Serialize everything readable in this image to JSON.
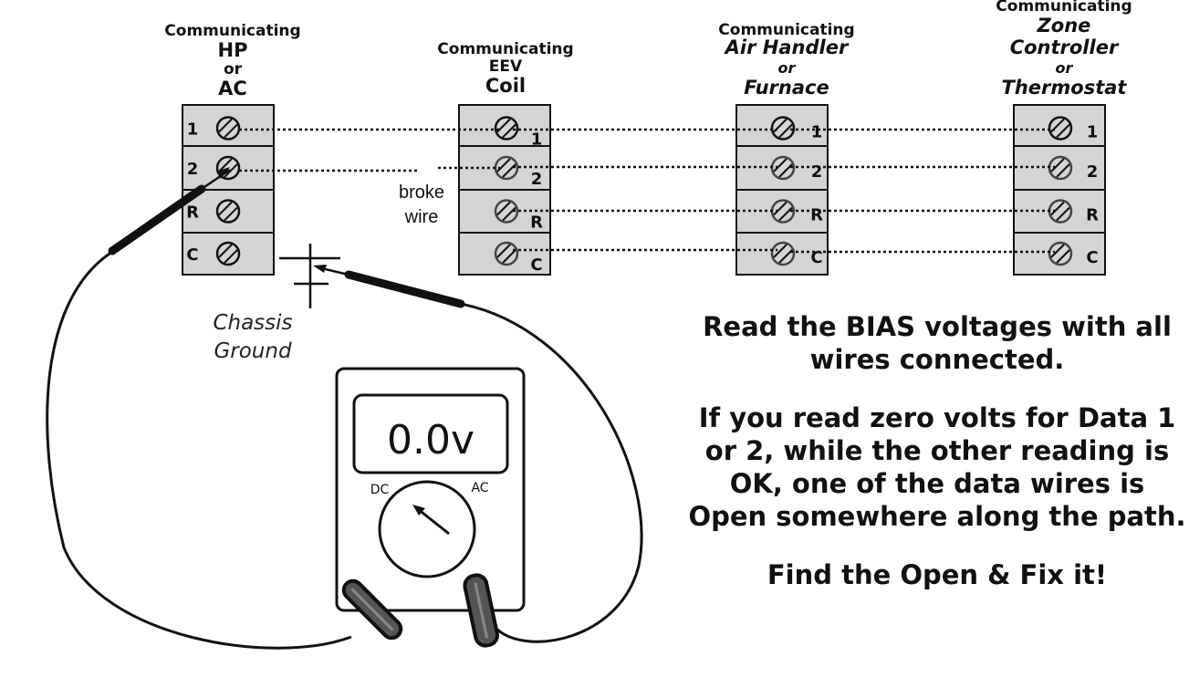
{
  "devices": [
    {
      "id": "hp",
      "header": [
        "Communicating",
        "HP",
        "or",
        "AC"
      ],
      "terminal_labels": [
        "1",
        "2",
        "R",
        "C"
      ]
    },
    {
      "id": "coil",
      "header": [
        "Communicating",
        "EEV",
        "Coil"
      ],
      "terminal_labels": [
        "1",
        "2",
        "R",
        "C"
      ]
    },
    {
      "id": "air-handler",
      "header": [
        "Communicating",
        "Air Handler",
        "or",
        "Furnace"
      ],
      "terminal_labels": [
        "1",
        "2",
        "R",
        "C"
      ]
    },
    {
      "id": "thermostat",
      "header": [
        "Communicating",
        "Zone",
        "Controller",
        "or",
        "Thermostat"
      ],
      "terminal_labels": [
        "1",
        "2",
        "R",
        "C"
      ]
    }
  ],
  "labels": {
    "broke_wire": [
      "broke",
      "wire"
    ],
    "chassis_ground": [
      "Chassis",
      "Ground"
    ]
  },
  "meter": {
    "reading": "0.0v",
    "dc_label": "DC",
    "ac_label": "AC"
  },
  "instructions": {
    "paragraph1": "Read the BIAS voltages with all wires connected.",
    "paragraph2": "If you read zero volts for Data 1 or 2, while the other reading is OK, one of the data wires is Open somewhere along the path.",
    "paragraph3": "Find the Open & Fix it!"
  },
  "colors": {
    "terminal_fill": "#d4d4d4",
    "line": "#111111"
  }
}
